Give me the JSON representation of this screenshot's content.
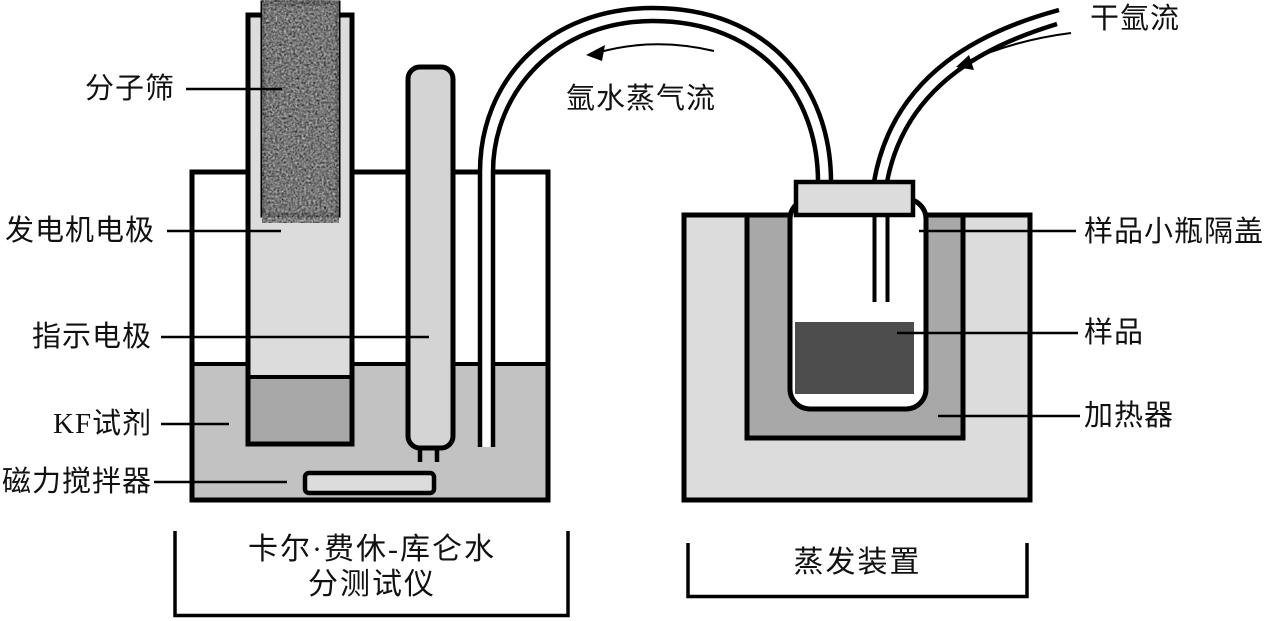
{
  "apparatus": {
    "kf_cell": {
      "caption_line1": "卡尔·费休-库仑水",
      "caption_line2": "分测试仪",
      "labels": {
        "molecular_sieve": "分子筛",
        "generator_electrode": "发电机电极",
        "indicator_electrode": "指示电极",
        "kf_reagent": "KF试剂",
        "magnetic_stirrer": "磁力搅拌器"
      }
    },
    "evaporator": {
      "caption": "蒸发装置",
      "labels": {
        "vial_septum_cap": "样品小瓶隔盖",
        "sample": "样品",
        "heater": "加热器"
      }
    },
    "flows": {
      "argon_water_vapor": "氩水蒸气流",
      "dry_argon": "干氩流"
    },
    "colors": {
      "outline": "#000000",
      "light_gray": "#dcdcdc",
      "liquid_gray": "#c2c2c2",
      "dark_gray": "#a8a8a8",
      "electrode_gray": "#d4d4d4",
      "sieve_gray": "#9a9a9a",
      "sample_dark": "#4d4d4d",
      "background": "#ffffff"
    }
  }
}
